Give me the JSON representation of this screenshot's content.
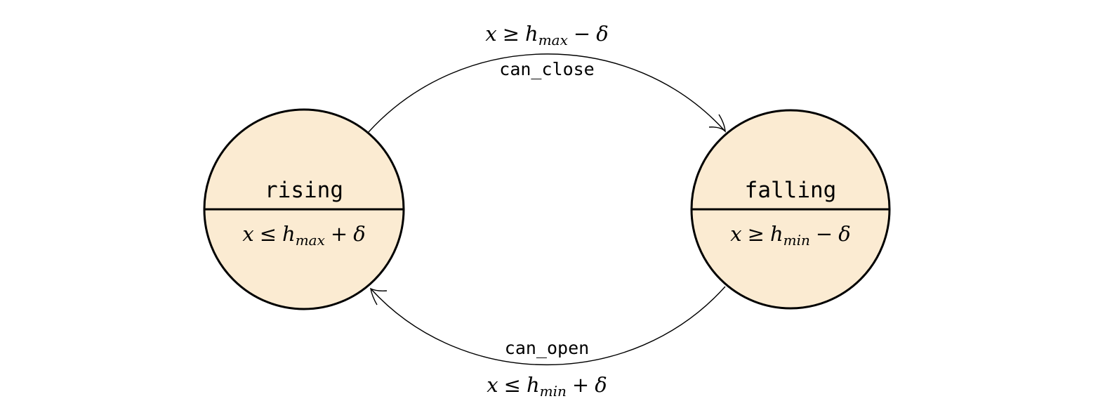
{
  "states": {
    "rising": {
      "name": "rising",
      "invariant": {
        "var": "x",
        "op": "≤",
        "base": "h",
        "sub": "max",
        "sign": "+",
        "term": "δ"
      }
    },
    "falling": {
      "name": "falling",
      "invariant": {
        "var": "x",
        "op": "≥",
        "base": "h",
        "sub": "min",
        "sign": "−",
        "term": "δ"
      }
    }
  },
  "transitions": {
    "top": {
      "from": "rising",
      "to": "falling",
      "guard": {
        "var": "x",
        "op": "≥",
        "base": "h",
        "sub": "max",
        "sign": "−",
        "term": "δ"
      },
      "action": "can_close"
    },
    "bottom": {
      "from": "falling",
      "to": "rising",
      "guard": {
        "var": "x",
        "op": "≤",
        "base": "h",
        "sub": "min",
        "sign": "+",
        "term": "δ"
      },
      "action": "can_open"
    }
  },
  "colors": {
    "state_fill": "#fbebd2",
    "stroke": "#000000"
  }
}
